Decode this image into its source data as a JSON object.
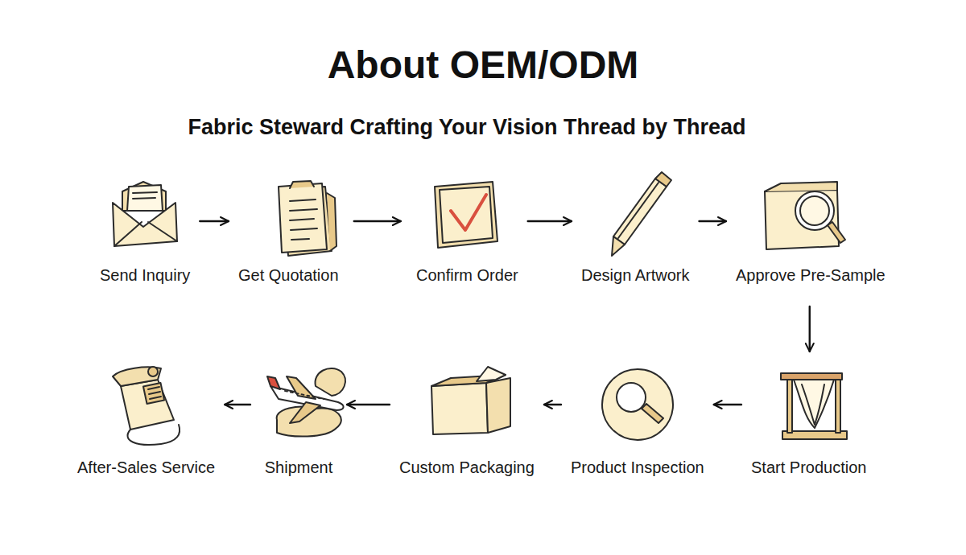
{
  "diagram": {
    "title": "About OEM/ODM",
    "nodes": [
      {
        "text": [
          "Send Inquiry"
        ]
      },
      {
        "text": [
          "Get Quotation"
        ]
      },
      {
        "text": [
          "Confirm Order"
        ]
      },
      {
        "text": [
          "Design Artwork"
        ]
      },
      {
        "text": [
          "Approve Pre-Sample"
        ]
      },
      {
        "text": [
          "Start Production"
        ]
      },
      {
        "text": [
          "Product Inspection"
        ]
      },
      {
        "text": [
          "Custom Packaging"
        ]
      },
      {
        "text": [
          "Shipment"
        ]
      },
      {
        "text": [
          "After-Sales Service"
        ]
      }
    ],
    "edges": [
      {
        "from": 0,
        "to": 1,
        "arrow": "to"
      },
      {
        "from": 1,
        "to": 2,
        "arrow": "to"
      },
      {
        "from": 2,
        "to": 3,
        "arrow": "to"
      },
      {
        "from": 3,
        "to": 4,
        "arrow": "to"
      },
      {
        "from": 4,
        "to": 5,
        "arrow": "to"
      },
      {
        "from": 5,
        "to": 6,
        "arrow": "to"
      },
      {
        "from": 6,
        "to": 7,
        "arrow": "to"
      },
      {
        "from": 7,
        "to": 8,
        "arrow": "to"
      },
      {
        "from": 8,
        "to": 9,
        "arrow": "to"
      }
    ],
    "labels": [
      "Fabric Steward Crafting Your Vision Thread by Thread"
    ]
  }
}
